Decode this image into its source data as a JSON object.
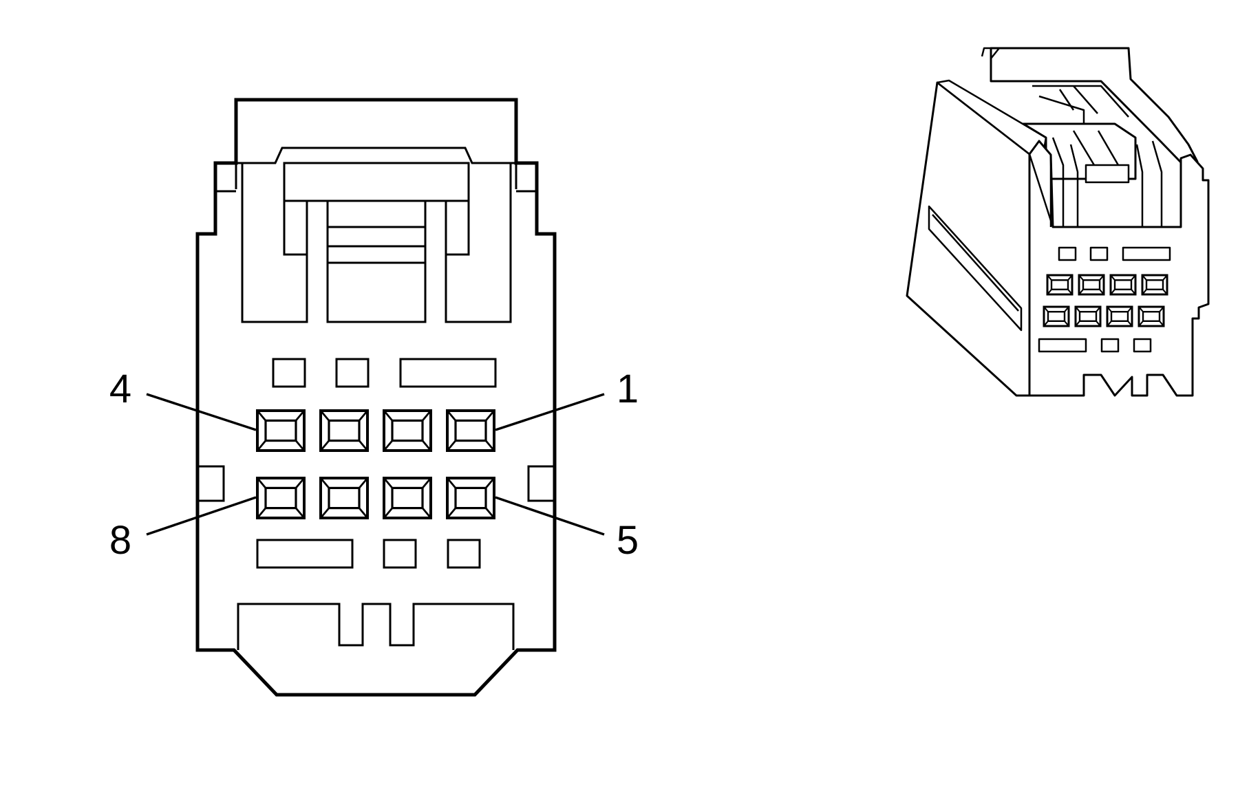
{
  "connector": {
    "pins_per_row": 4,
    "rows": 2,
    "pin_labels": {
      "top_left": "4",
      "top_right": "1",
      "bottom_left": "8",
      "bottom_right": "5"
    }
  }
}
